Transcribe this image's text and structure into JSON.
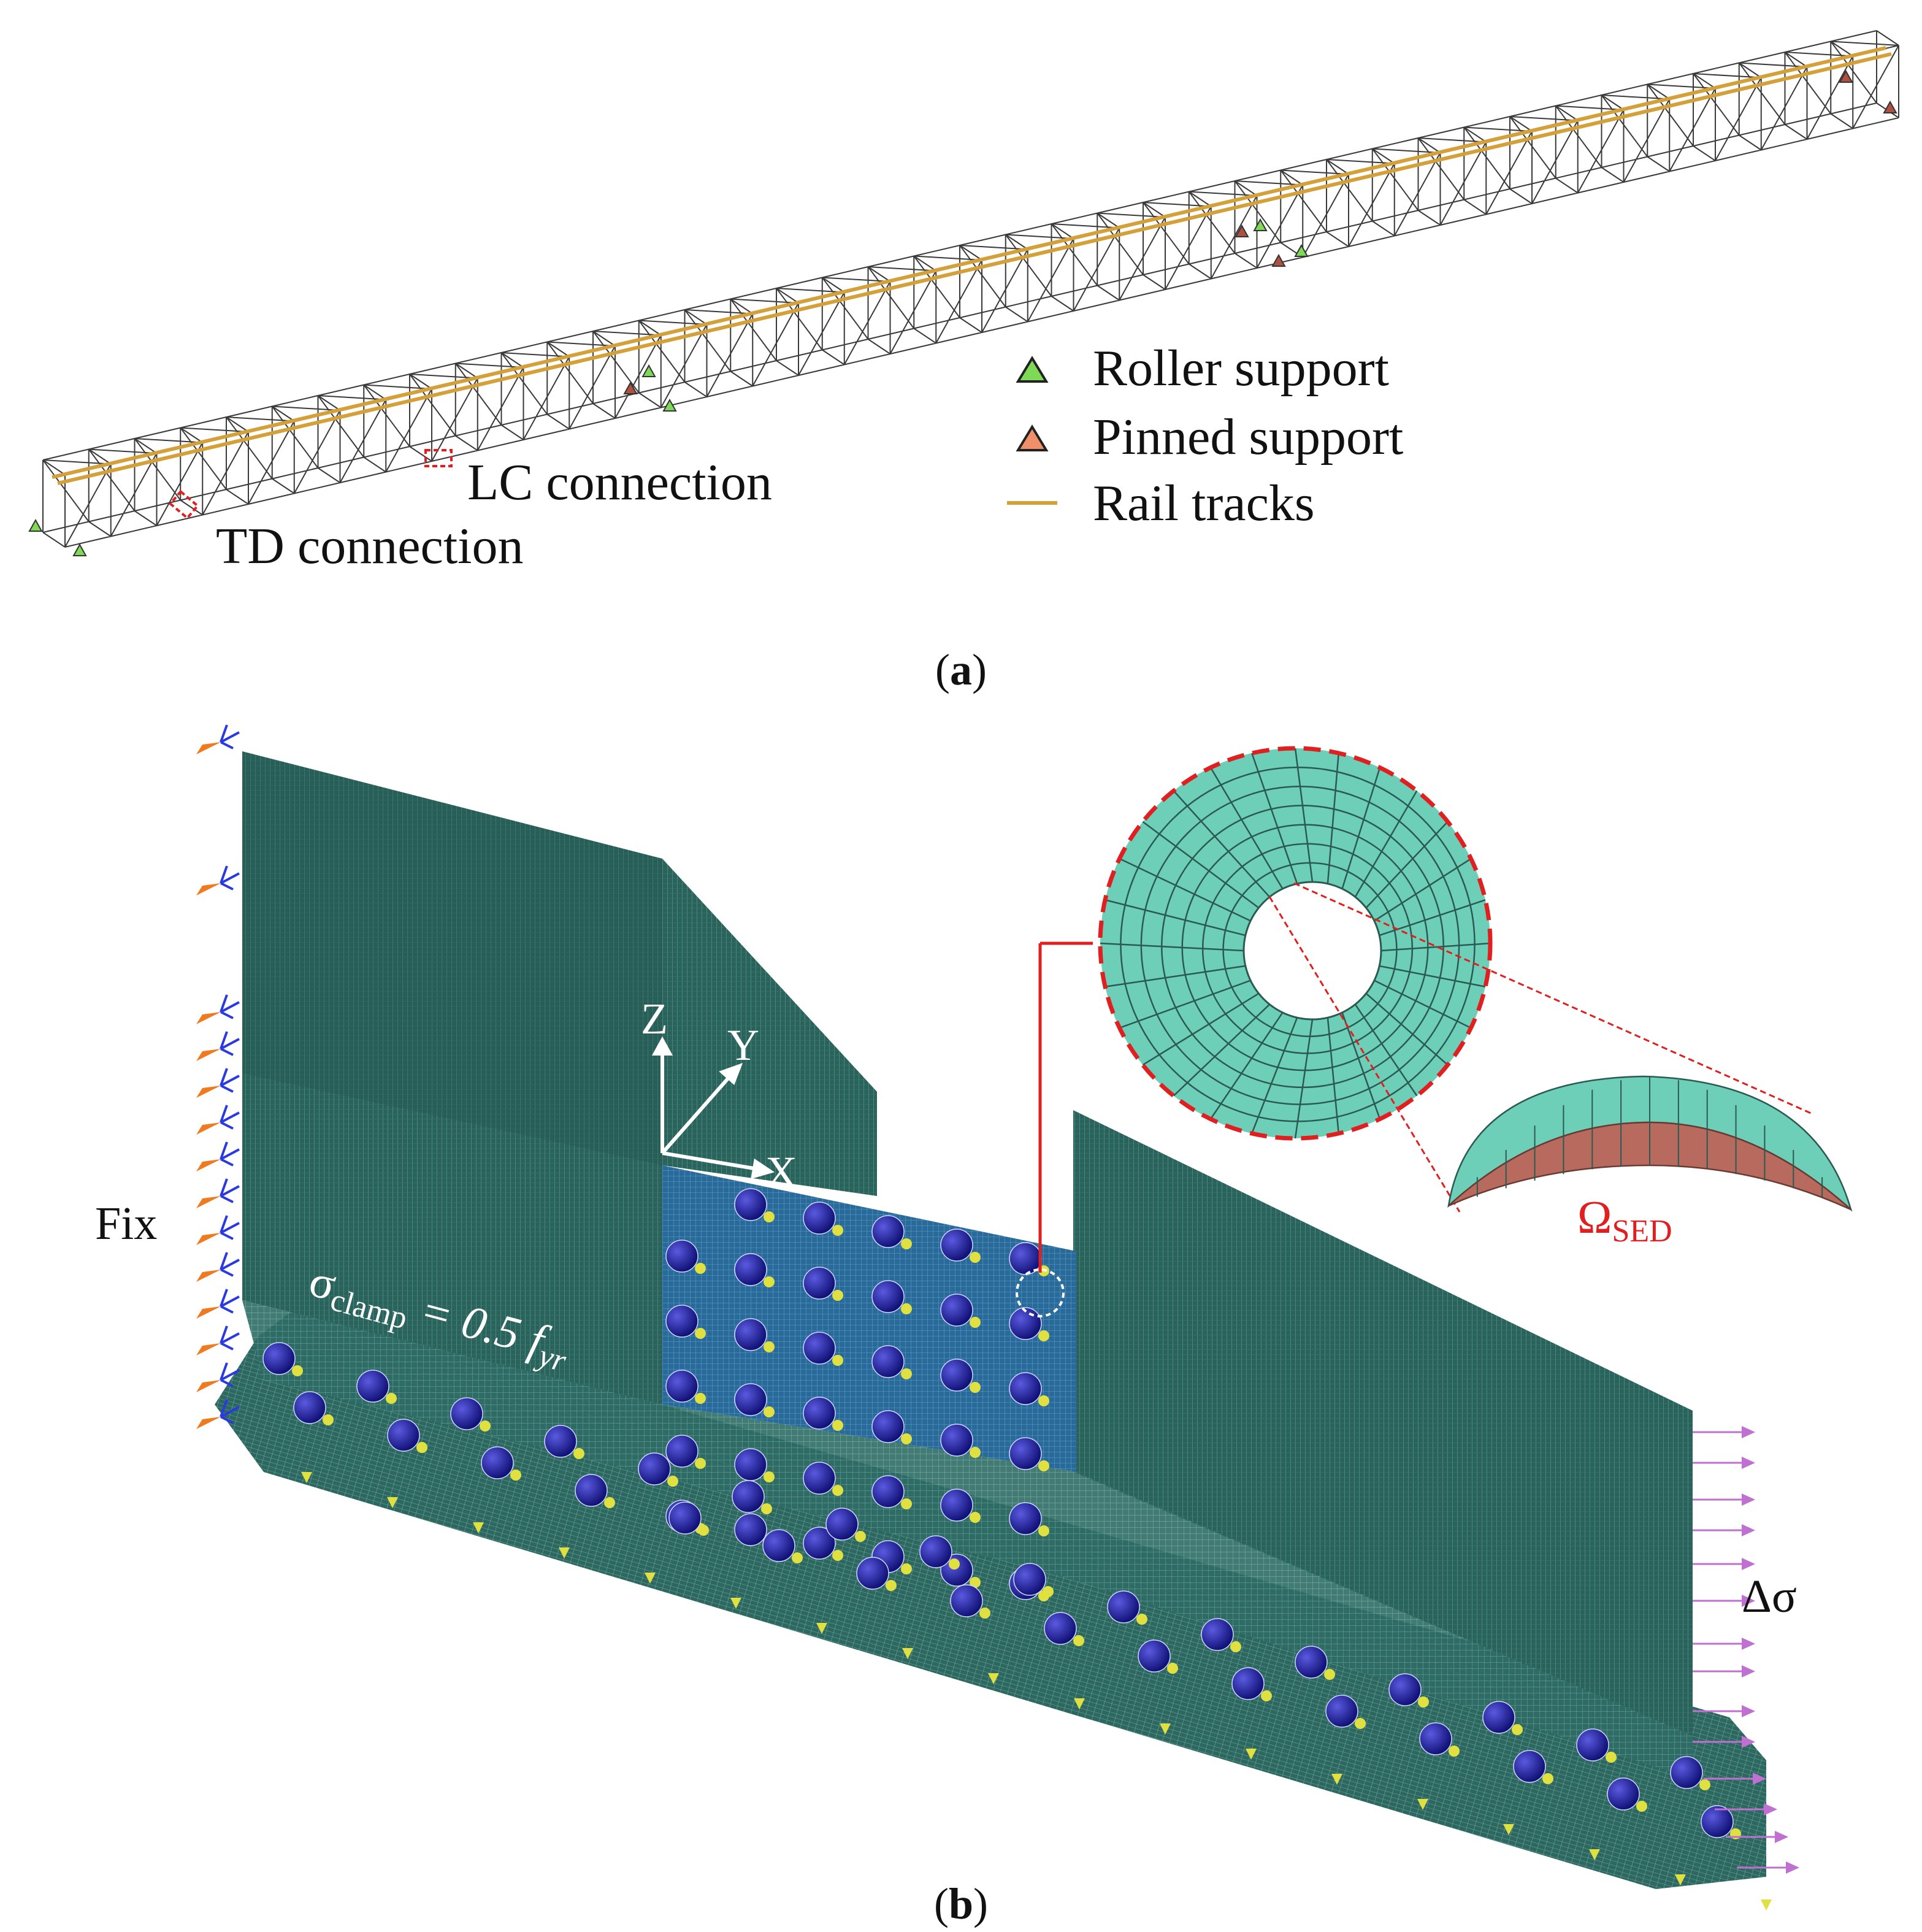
{
  "panel_a": {
    "label_open": "(",
    "label_letter": "a",
    "label_close": ")",
    "callouts": {
      "td": "TD connection",
      "lc": "LC connection"
    },
    "legend": [
      {
        "label": "Roller support",
        "color": "#7ed957",
        "symbol": "triangle"
      },
      {
        "label": "Pinned support",
        "color": "#f0906a",
        "symbol": "triangle"
      },
      {
        "label": "Rail tracks",
        "color": "#d4a03a",
        "symbol": "line"
      }
    ],
    "colors": {
      "truss": "#3a3a3a",
      "rail": "#d4a03a",
      "callout_box": "#e02020",
      "roller": "#7ed957",
      "pinned": "#b05040"
    }
  },
  "panel_b": {
    "label_open": "(",
    "label_letter": "b",
    "label_close": ")",
    "fix_label": "Fix",
    "clamp_symbol": "σ",
    "clamp_sub": "clamp",
    "clamp_equals": " = 0.5 ",
    "clamp_f": "f",
    "clamp_f_sub": "yr",
    "axes": {
      "z": "Z",
      "y": "Y",
      "x": "X"
    },
    "delta_sigma": "Δσ",
    "omega": "Ω",
    "omega_sub": "SED",
    "colors": {
      "mesh": "#3a7a70",
      "mesh_dark": "#2a5e58",
      "cover_plate": "#2a6fa0",
      "bolt": "#1a1a90",
      "washer": "#e0e040",
      "fix_arrow_orange": "#f07a20",
      "fix_arrow_blue": "#2a3ae0",
      "load_arrow": "#c070d0",
      "zoom_fill": "#6ecfb8",
      "sed_region": "#b86a5e",
      "zoom_outline": "#e02020"
    }
  }
}
